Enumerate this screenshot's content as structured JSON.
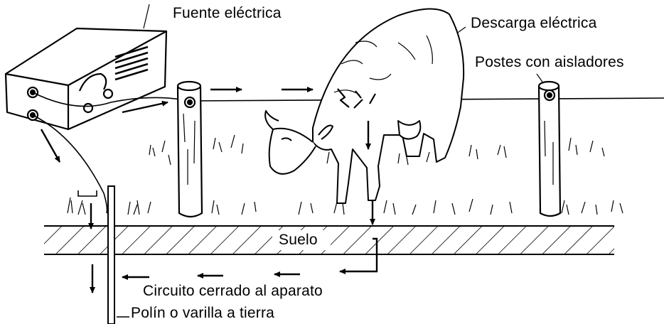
{
  "labels": {
    "source": "Fuente eléctrica",
    "shock": "Descarga eléctrica",
    "posts": "Postes con aisladores",
    "soil": "Suelo",
    "circuit": "Circuito cerrado al aparato",
    "ground_rod": "Polín o varilla a tierra"
  },
  "colors": {
    "ink": "#000000",
    "paper": "#ffffff"
  }
}
